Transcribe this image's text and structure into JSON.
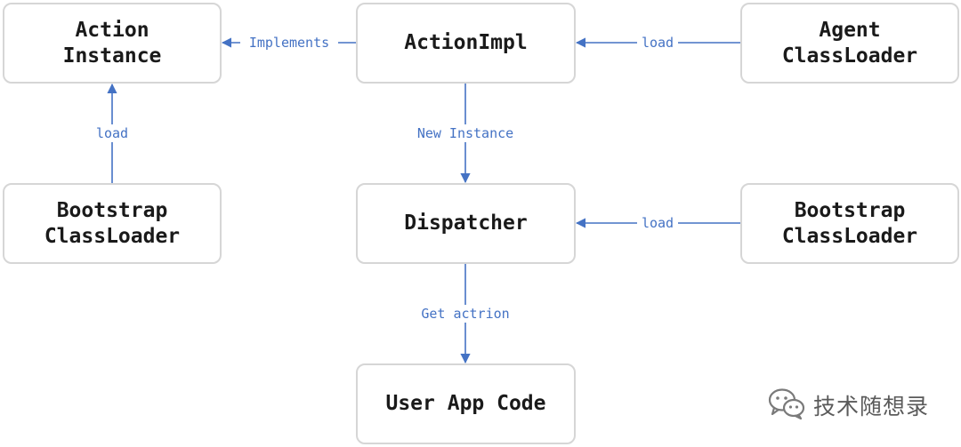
{
  "nodes": {
    "action_instance": [
      "Action",
      "Instance"
    ],
    "action_impl": [
      "ActionImpl"
    ],
    "agent_classloader": [
      "Agent",
      "ClassLoader"
    ],
    "bootstrap_classloader_left": [
      "Bootstrap",
      "ClassLoader"
    ],
    "dispatcher": [
      "Dispatcher"
    ],
    "bootstrap_classloader_right": [
      "Bootstrap",
      "ClassLoader"
    ],
    "user_app_code": [
      "User App Code"
    ]
  },
  "edges": {
    "implements": "Implements",
    "load_agent": "load",
    "load_bootstrap_left": "load",
    "new_instance": "New Instance",
    "load_bootstrap_right": "load",
    "get_action": "Get actrion"
  },
  "watermark": {
    "text": "技术随想录",
    "icon": "wechat-icon"
  },
  "colors": {
    "edge": "#4472c4",
    "node_border": "#d6d6d6",
    "node_text": "#1a1a1a"
  }
}
